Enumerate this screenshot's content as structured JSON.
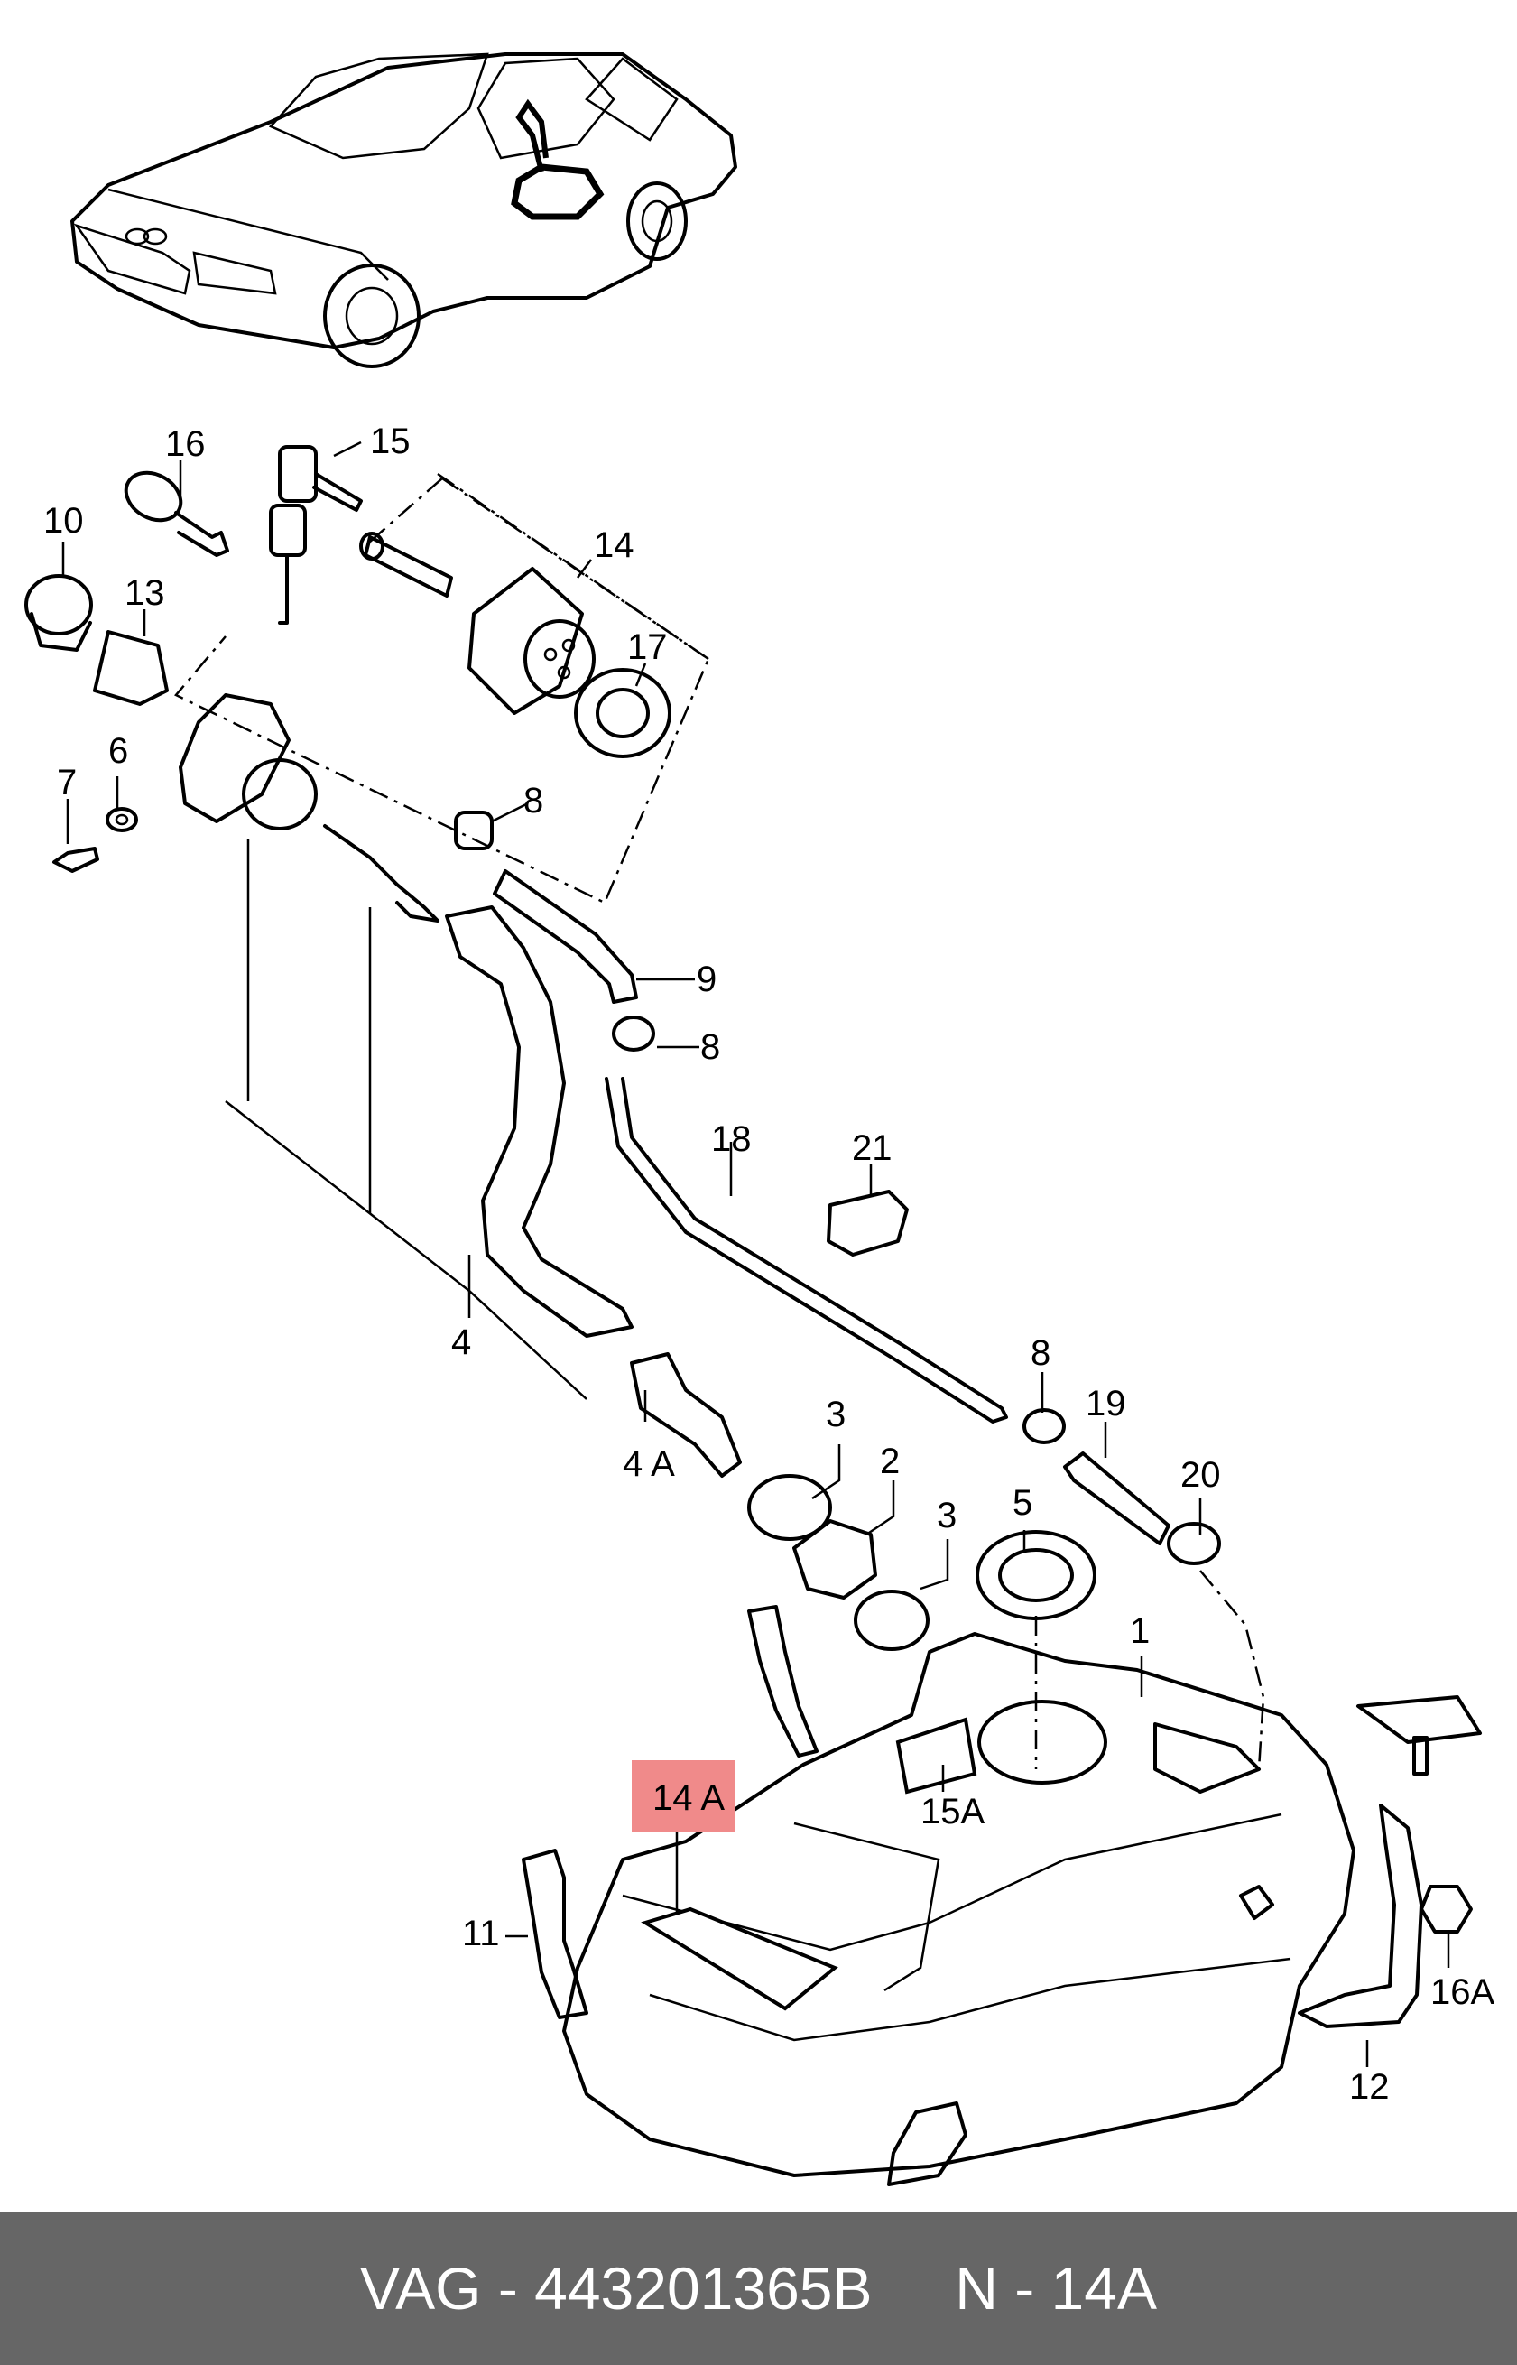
{
  "callouts": [
    {
      "id": "c16",
      "text": "16"
    },
    {
      "id": "c15",
      "text": "15"
    },
    {
      "id": "c10",
      "text": "10"
    },
    {
      "id": "c14",
      "text": "14"
    },
    {
      "id": "c13",
      "text": "13"
    },
    {
      "id": "c17",
      "text": "17"
    },
    {
      "id": "c6",
      "text": "6"
    },
    {
      "id": "c7",
      "text": "7"
    },
    {
      "id": "c8a",
      "text": "8"
    },
    {
      "id": "c9",
      "text": "9"
    },
    {
      "id": "c8b",
      "text": "8"
    },
    {
      "id": "c18",
      "text": "18"
    },
    {
      "id": "c21",
      "text": "21"
    },
    {
      "id": "c4",
      "text": "4"
    },
    {
      "id": "c8c",
      "text": "8"
    },
    {
      "id": "c19",
      "text": "19"
    },
    {
      "id": "c4a",
      "text": "4 A"
    },
    {
      "id": "c3a",
      "text": "3"
    },
    {
      "id": "c2",
      "text": "2"
    },
    {
      "id": "c20",
      "text": "20"
    },
    {
      "id": "c5",
      "text": "5"
    },
    {
      "id": "c3b",
      "text": "3"
    },
    {
      "id": "c1",
      "text": "1"
    },
    {
      "id": "c15a",
      "text": "15A"
    },
    {
      "id": "c11",
      "text": "11"
    },
    {
      "id": "c16a",
      "text": "16A"
    },
    {
      "id": "c12",
      "text": "12"
    }
  ],
  "highlight": {
    "text": "14 A",
    "color": "#f08a8a"
  },
  "footer": {
    "text": "VAG - 443201365B     N - 14A",
    "background": "#666666",
    "color": "#ffffff"
  }
}
